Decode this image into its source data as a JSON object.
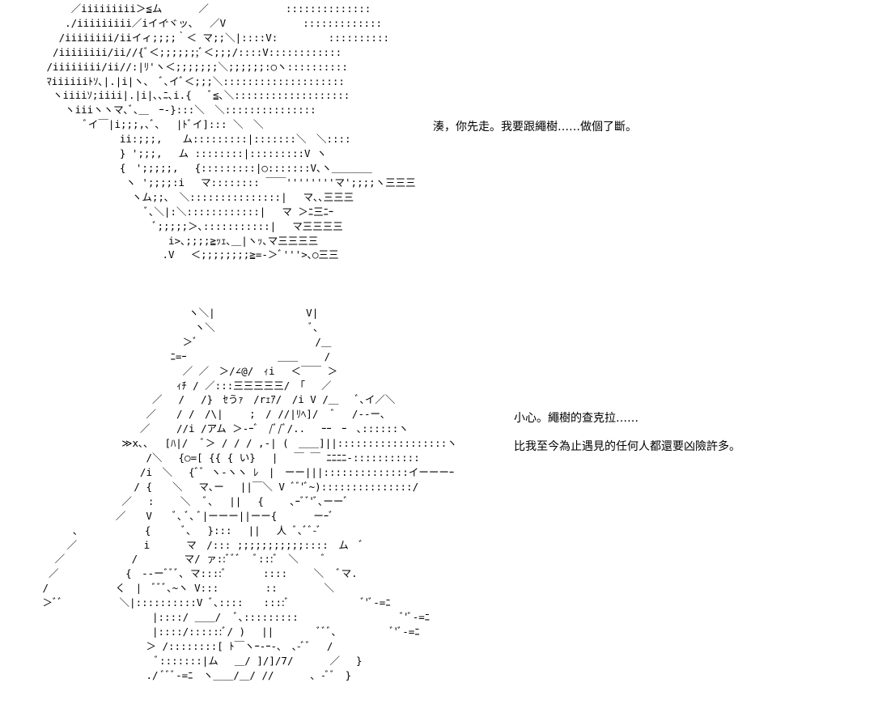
{
  "panels": [
    {
      "art": "     ／iiiiiiiii＞≦ム　　　 ／　　　　　　　 ::::::::::::::\n    ./iiiiiiiii／iイイ゙ヾッ､　 ／V　　　　　　　 :::::::::::::\n   /iiiiiiii/iiイィ;;;;｀＜ マ;;＼|::::V:　　　　　::::::::::\n  /iiiiiiii/ii//{ﾞ＜;;;;;;;ﾞ＜;;;/::::V::::::::::::\n /iiiiiiii/ii//:|ﾘ'ヽ＜;;;;;;;＼;;;;;;:○ヽ::::::::::\n ﾏiiiiiiﾄｿ､|.|i|ヽ､　ﾞ､イﾞ＜;;;＼::::::::::::::::::::\n  ヽiiiiｿ;iiii|.|i|､､ﾆ､i.{　 ﾞ≦､＼:::::::::::::::::::\n    ヽiiiヽヽマ､ﾞ､＿　ｰ‐}:::＼　＼:::::::::::::::\n       ﾞイ￣|i;;;,､ﾞ､　 |ﾄﾞイ]::: ＼　＼\n             ii:;;;,　　ム:::::::::|:::::::＼　＼::::\n             } ';;;,　 ム ::::::::|:::::::::V ヽ\n             {　';;;;;,　 {:::::::::|○:::::::V､ヽ＿＿＿＿\n              ヽ ';;;;:i　 マ:::::::: ￣￣''''''''マ';;;;ヽ三三三\n               ヽム;;､　＼:::::::::::::::|　 マ､､三三三\n                 ﾞ､＼|:＼::::::::::::|　 マ ＞ﾆ三ﾆｰ\n                   ﾞ;;;;;＞､:::::::::::|　 マ三三三三\n                     i>､;;;;≧ｯｪ､＿|ヽｯ､マ三三三三\n                    .V　 ＜;;;;;;;;≧=-＞ﾞ'''>､○三三",
      "lines": [
        "湊，你先走。我要跟繩樹……做個了斷。"
      ]
    },
    {
      "art": "                         ヽ＼|　　　　　　　　　V|\n                          ヽ＼　　　　　　　　　 ﾞ､\n                        ＞ﾞ　　　　　　　　　　　 /＿\n                      ﾆ=ｰ　　　　　　　　　＿＿　　 /\n                        ／ ／　＞/∠@/　ｨi　 ＜￣￣ ＞\n                       ｨﾁ / ／:::三三三三三/　｢　 ／\n                   ／　 /　 /}　ｾうｧ　/rｪｱ/　/i V /＿　 ﾞ､イ／＼\n                  ／　　/ /　/\\|　　 ;　/ //|ﾘﾍ]/　 ﾞ　 /--ー､\n                 ／　　 //i /アム ＞-ｰﾞ　/ﾞ/ﾞ/..　 ｰｰ　ｰ　､::::::ヽ\n              ≫x､､　 [ﾊ|/　 ﾞ＞ / / / ,-| (　＿＿]||::::::::::::::::::ヽ\n                  /＼　 {○=[ {{ { い}　 |　 ￣ ￣ ﾆﾆﾆﾆ-:::::::::::\n                 /i　＼　 {ﾞﾞ ヽ-ヽヽ ﾚ　|　ーー|||::::::::::::::イーーーｰ\n                / {　　＼　 マ､ー　 ||￣＼ V ﾞﾞ'ﾞ~):::::::::::::::/\n              ／　 :　　 ＼　 ﾞ、　 ||　 {　　 ､ｰﾞﾞ'ﾞ､ーーﾞ\n             ／　　V　　ﾞ､ ﾞ､ ﾞ|ーーー||ーー{　　　 ーｰﾞ\n      ､　　　　　　 {　　　ﾞ､　 }:::　 ||　 人 ﾞ､ﾞﾞ-ﾞ\n     ／　　　　　　 i　　　 マ　/::: ;;;;;;;;;;;::::　ム　ﾞ\n   ／　　　　　　 /　　　　 マ/ ァ::ﾞﾞﾞ　 ﾞ:::ﾞ　＼　　 ﾞ\n  ／　　　　　　 {　--ーﾞﾞﾞ､ マ::::ﾞ　　　 ::::　　 ＼　 ﾞマ.\n /　　　　　　 く　|　ﾞﾞﾞ､~ヽ V:::　　　　 ::　　　　 ＼\n ＞ﾞﾞ　　　　　 ＼|::::::::::V ﾞ､::::　　::::ﾞ　　　　　　　ﾞ'ﾞ-=ﾆ\n                   |::::/ ＿＿/　 ﾞ､:::::::::　　　　　　　　　　ﾞ'ﾞ-=ﾆ\n                   |::::/::::::ﾞ/ )　 ||　　　　 ﾞﾞﾞ､　　　　　 ﾞ'ﾞ-=ﾆ\n                  ＞ /::::::::[ ﾄ￣ヽｰ-ｰ-､　､-ﾞﾞ　 /\n                    ﾞ:::::::|ム　 ＿/ ]/]/7/　　　 ／　 }\n                  ./ ﾞﾞﾞ-=ﾆ　ヽ＿＿/＿/ //　　　 ､ -ﾞﾞ　}",
      "lines": [
        "小心。繩樹的查克拉……",
        "比我至今為止遇見的任何人都還要凶險許多。"
      ]
    }
  ],
  "colors": {
    "background": "#ffffff",
    "text": "#000000"
  }
}
